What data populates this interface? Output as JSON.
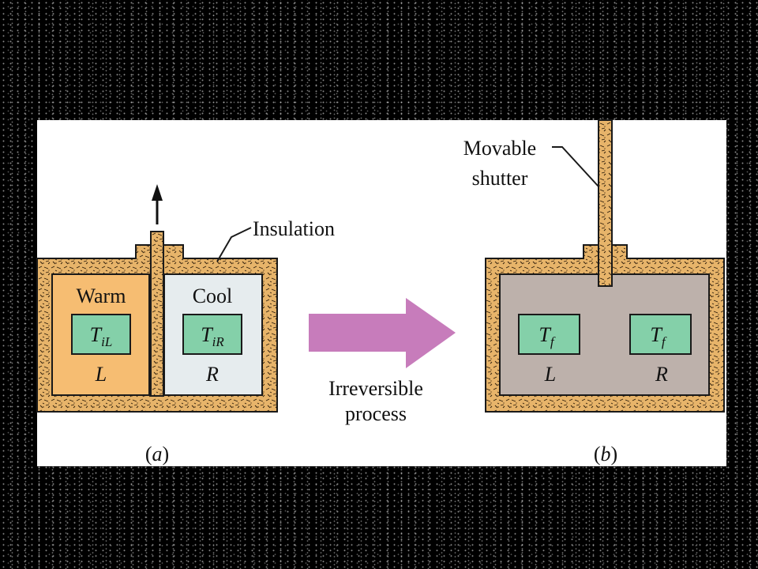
{
  "panel_a": {
    "warm_label": "Warm",
    "cool_label": "Cool",
    "left_temp": {
      "main": "T",
      "sub": "iL"
    },
    "right_temp": {
      "main": "T",
      "sub": "iR"
    },
    "left_side": "L",
    "right_side": "R",
    "caption_open": "(",
    "caption_letter": "a",
    "caption_close": ")"
  },
  "insulation_label": "Insulation",
  "arrow": {
    "line1": "Irreversible",
    "line2": "process",
    "color": "#c77cbb"
  },
  "panel_b": {
    "shutter_line1": "Movable",
    "shutter_line2": "shutter",
    "left_temp": {
      "main": "T",
      "sub": "f"
    },
    "right_temp": {
      "main": "T",
      "sub": "f"
    },
    "left_side": "L",
    "right_side": "R",
    "caption_open": "(",
    "caption_letter": "b",
    "caption_close": ")"
  },
  "colors": {
    "insulation": "#e7b46a",
    "warm": "#f6bd72",
    "cool": "#e6ecee",
    "mixed": "#bdb1ab",
    "thermometer": "#84d0a9"
  }
}
